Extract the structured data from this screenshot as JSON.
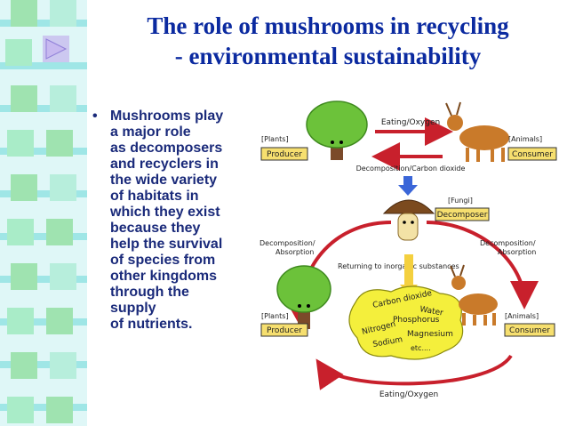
{
  "slide": {
    "title_lines": [
      "The role of mushrooms in recycling",
      "- environmental sustainability"
    ],
    "bullet_lines": [
      "Mushrooms play",
      "a major role",
      "as decomposers",
      "and recyclers in",
      "the wide variety",
      "of habitats in",
      "which they exist",
      "because they",
      "help the survival",
      "of species from",
      "other kingdoms",
      "through the",
      "supply",
      "of nutrients."
    ]
  },
  "diagram": {
    "top_arrow_label": "Eating/Oxygen",
    "top_return_label": "Decomposition/Carbon dioxide",
    "plants_tag": "[Plants]",
    "producer_label": "Producer",
    "animals_tag": "[Animals]",
    "consumer_label": "Consumer",
    "fungi_tag": "[Fungi]",
    "decomposer_label": "Decomposer",
    "left_cycle_label": [
      "Decomposition/",
      "Absorption"
    ],
    "right_cycle_label": [
      "Decomposition/",
      "Absorption"
    ],
    "returning_label": "Returning to inorganic substances",
    "nutrients": [
      "Carbon dioxide",
      "Water",
      "Phosphorus",
      "Nitrogen",
      "Magnesium",
      "Sodium",
      "etc...."
    ],
    "bottom_label": "Eating/Oxygen",
    "colors": {
      "arrow_red": "#c8202c",
      "producer_box": "#f6df6f",
      "decomposer_box": "#f6df6f",
      "nutrient_blob": "#f4ef3c",
      "tree_green": "#6cc23a",
      "trunk_brown": "#7b4a2a",
      "deer": "#c97a2a",
      "mushroom_cap": "#7b4a1e",
      "down_arrow_blue": "#3b66d8"
    }
  }
}
